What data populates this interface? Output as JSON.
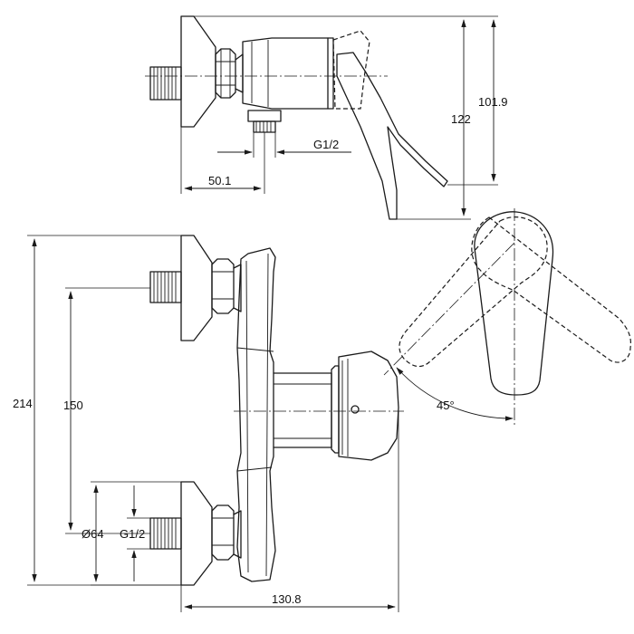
{
  "dimensions": {
    "top_depth_front": "101.9",
    "top_depth_total": "122",
    "top_wall_offset": "50.1",
    "top_outlet_thread": "G1/2",
    "total_height": "214",
    "inlet_spacing": "150",
    "flange_diameter": "Ø64",
    "inlet_thread": "G1/2",
    "body_depth": "130.8",
    "lever_angle": "45°"
  },
  "colors": {
    "line": "#1a1a1a",
    "background": "#ffffff"
  }
}
